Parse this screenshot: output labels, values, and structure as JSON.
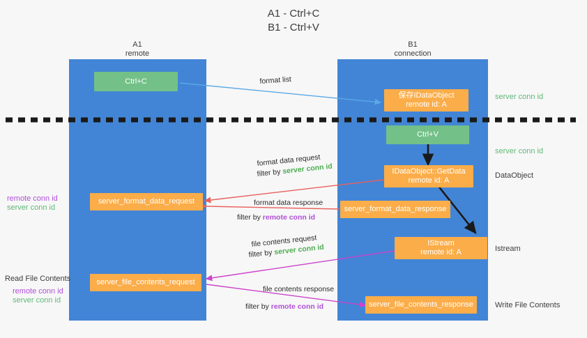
{
  "title": "A1 - Ctrl+C\nB1 - Ctrl+V",
  "lanes": [
    {
      "name": "A1",
      "sub": "remote"
    },
    {
      "name": "B1",
      "sub": "connection"
    }
  ],
  "boxes": {
    "ctrl_c": {
      "line1": "Ctrl+C",
      "line2": ""
    },
    "save_dataobject": {
      "line1": "保存IDataObject",
      "line2": "remote id: A"
    },
    "ctrl_v": {
      "line1": "Ctrl+V",
      "line2": ""
    },
    "getdata": {
      "line1": "IDataObject::GetData",
      "line2": "remote id: A"
    },
    "server_format_data_request": {
      "line1": "server_format_data_request",
      "line2": ""
    },
    "server_format_data_response": {
      "line1": "server_format_data_response",
      "line2": ""
    },
    "istream": {
      "line1": "IStream",
      "line2": "remote id: A"
    },
    "server_file_contents_request": {
      "line1": "server_file_contents_request",
      "line2": ""
    },
    "server_file_contents_response": {
      "line1": "server_file_contents_response",
      "line2": ""
    }
  },
  "edge_labels": {
    "format_list": "format list",
    "format_data_request": "format data request",
    "format_data_request_filter_pre": "filter by ",
    "format_data_request_filter_key": "server conn id",
    "format_data_response": "format data response",
    "format_data_response_filter_pre": "filter by ",
    "format_data_response_filter_key": "remote conn id",
    "file_contents_request": "file contents request",
    "file_contents_request_filter_pre": "filter by ",
    "file_contents_request_filter_key": "server conn id",
    "file_contents_response": "file contents response",
    "file_contents_response_filter_pre": "filter by ",
    "file_contents_response_filter_key": "remote conn id"
  },
  "right_labels": {
    "server_conn_id_top": "server conn id",
    "server_conn_id_mid": "server conn id",
    "dataobject": "DataObject",
    "istream": "Istream",
    "write_file_contents": "Write File Contents"
  },
  "left_labels": {
    "remote_conn_id_1": "remote conn id",
    "server_conn_id_1": "server conn id",
    "read_file_contents": "Read File Contents",
    "remote_conn_id_2": "remote conn id",
    "server_conn_id_2": "server conn id"
  },
  "colors": {
    "lane": "#4285d6",
    "green_box": "#73c088",
    "orange_box": "#fbad49",
    "green_text": "#5fb977",
    "purple_text": "#b04fd8",
    "arrow_blue": "#5aa9e6",
    "arrow_red": "#e8605d",
    "arrow_magenta": "#cc44cc",
    "arrow_black": "#1a1a1a"
  }
}
